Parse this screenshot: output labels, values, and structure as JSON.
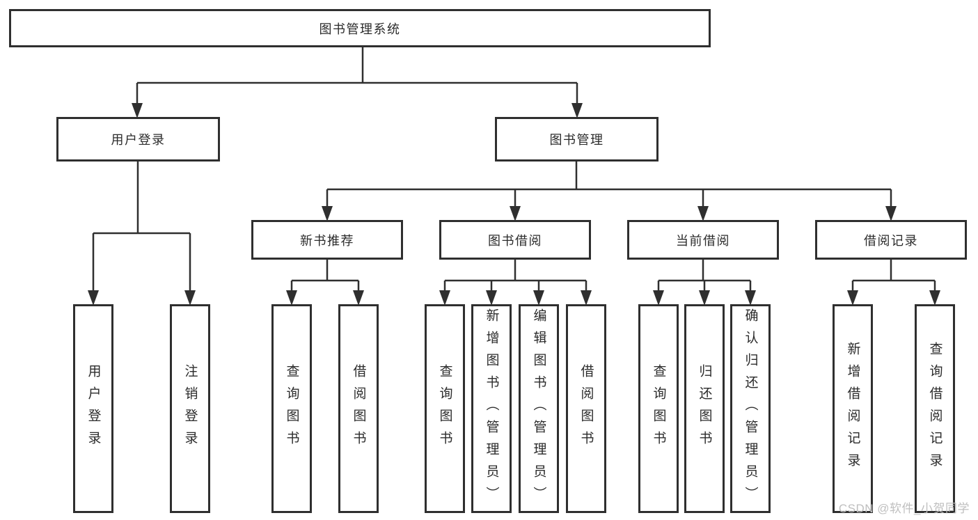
{
  "diagram": {
    "root": {
      "label": "图书管理系统",
      "children": [
        {
          "label": "用户登录",
          "children": [
            {
              "label": "用户登录"
            },
            {
              "label": "注销登录"
            }
          ]
        },
        {
          "label": "图书管理",
          "children": [
            {
              "label": "新书推荐",
              "children": [
                {
                  "label": "查询图书"
                },
                {
                  "label": "借阅图书"
                }
              ]
            },
            {
              "label": "图书借阅",
              "children": [
                {
                  "label": "查询图书"
                },
                {
                  "label": "新增图书（管理员）"
                },
                {
                  "label": "编辑图书（管理员）"
                },
                {
                  "label": "借阅图书"
                }
              ]
            },
            {
              "label": "当前借阅",
              "children": [
                {
                  "label": "查询图书"
                },
                {
                  "label": "归还图书"
                },
                {
                  "label": "确认归还（管理员）"
                }
              ]
            },
            {
              "label": "借阅记录",
              "children": [
                {
                  "label": "新增借阅记录"
                },
                {
                  "label": "查询借阅记录"
                }
              ]
            }
          ]
        }
      ]
    }
  },
  "watermark": "CSDN @软件_小贺同学",
  "colors": {
    "line": "#2f2f2f",
    "text": "#2b2b2b",
    "watermark": "#bfbfbf",
    "background": "#ffffff"
  }
}
